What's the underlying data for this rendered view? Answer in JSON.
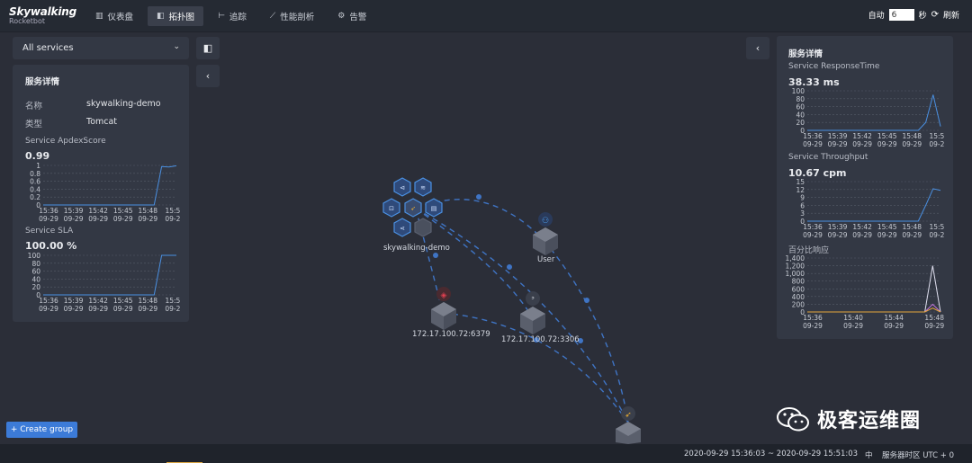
{
  "app": {
    "name": "Skywalking",
    "sub": "Rocketbot"
  },
  "nav": [
    {
      "label": "仪表盘",
      "icon": "bar-chart-icon"
    },
    {
      "label": "拓扑图",
      "icon": "topology-icon",
      "active": true
    },
    {
      "label": "追踪",
      "icon": "trace-icon"
    },
    {
      "label": "性能剖析",
      "icon": "profile-icon"
    },
    {
      "label": "告警",
      "icon": "alarm-icon"
    }
  ],
  "topright": {
    "auto_label": "自动",
    "interval_value": "6",
    "seconds_label": "秒",
    "refresh_label": "刷新"
  },
  "left": {
    "service_select": "All services",
    "panel_title": "服务详情",
    "name_key": "名称",
    "name_value": "skywalking-demo",
    "type_key": "类型",
    "type_value": "Tomcat",
    "apdex_label": "Service ApdexScore",
    "apdex_value": "0.99",
    "sla_label": "Service SLA",
    "sla_value": "100.00 %"
  },
  "right": {
    "panel_title": "服务详情",
    "rt_label": "Service ResponseTime",
    "rt_value": "38.33 ms",
    "tp_label": "Service Throughput",
    "tp_value": "10.67 cpm",
    "pct_label": "百分比响应"
  },
  "nodes": {
    "demo": "skywalking-demo",
    "user": "User",
    "redis": "172.17.100.72:6379",
    "mysql": "172.17.100.72:3306"
  },
  "create_group": "+ Create group",
  "footer": {
    "range": "2020-09-29 15:36:03 ~ 2020-09-29 15:51:03",
    "lang": "中",
    "tz": "服务器时区 UTC + 0"
  },
  "watermark": "极客运维圈",
  "colors": {
    "accent": "#3c7bd8",
    "line": "#4a90e2",
    "bg": "#2b2e38",
    "panel": "#333844"
  },
  "chart_data": [
    {
      "type": "line",
      "title": "Service ApdexScore",
      "categories": [
        "15:36\n09-29",
        "15:39\n09-29",
        "15:42\n09-29",
        "15:45\n09-29",
        "15:48\n09-29",
        "15:5\n09-2"
      ],
      "yticks": [
        "1",
        "0.8",
        "0.6",
        "0.4",
        "0.2",
        "0"
      ],
      "ylim": [
        0,
        1
      ],
      "series": [
        {
          "values": [
            0,
            0,
            0,
            0,
            0,
            0,
            0,
            0,
            0,
            0,
            0,
            0,
            0,
            0,
            0,
            0,
            0.97,
            0.96,
            0.99
          ]
        }
      ]
    },
    {
      "type": "line",
      "title": "Service SLA",
      "categories": [
        "15:36\n09-29",
        "15:39\n09-29",
        "15:42\n09-29",
        "15:45\n09-29",
        "15:48\n09-29",
        "15:5\n09-2"
      ],
      "yticks": [
        "100",
        "80",
        "60",
        "40",
        "20",
        "0"
      ],
      "ylim": [
        0,
        100
      ],
      "series": [
        {
          "values": [
            0,
            0,
            0,
            0,
            0,
            0,
            0,
            0,
            0,
            0,
            0,
            0,
            0,
            0,
            0,
            0,
            100,
            100,
            100
          ]
        }
      ]
    },
    {
      "type": "line",
      "title": "Service ResponseTime",
      "categories": [
        "15:36\n09-29",
        "15:39\n09-29",
        "15:42\n09-29",
        "15:45\n09-29",
        "15:48\n09-29",
        "15:5\n09-2"
      ],
      "yticks": [
        "100",
        "80",
        "60",
        "40",
        "20",
        "0"
      ],
      "ylim": [
        0,
        100
      ],
      "series": [
        {
          "values": [
            0,
            0,
            0,
            0,
            0,
            0,
            0,
            0,
            0,
            0,
            0,
            0,
            0,
            0,
            0,
            0,
            20,
            90,
            10
          ]
        }
      ]
    },
    {
      "type": "line",
      "title": "Service Throughput",
      "categories": [
        "15:36\n09-29",
        "15:39\n09-29",
        "15:42\n09-29",
        "15:45\n09-29",
        "15:48\n09-29",
        "15:5\n09-2"
      ],
      "yticks": [
        "15",
        "12",
        "9",
        "6",
        "3",
        "0"
      ],
      "ylim": [
        0,
        15
      ],
      "series": [
        {
          "values": [
            0,
            0,
            0,
            0,
            0,
            0,
            0,
            0,
            0,
            0,
            0,
            0,
            0,
            0,
            0,
            0,
            6,
            12.3,
            11.7
          ]
        }
      ]
    },
    {
      "type": "area",
      "title": "百分比响应",
      "categories": [
        "15:36\n09-29",
        "15:40\n09-29",
        "15:44\n09-29",
        "15:48\n09-29"
      ],
      "yticks": [
        "1,400",
        "1,200",
        "1,000",
        "800",
        "600",
        "400",
        "200",
        "0"
      ],
      "ylim": [
        0,
        1400
      ],
      "series": [
        {
          "color": "#e0e0f0",
          "values": [
            0,
            0,
            0,
            0,
            0,
            0,
            0,
            0,
            0,
            0,
            0,
            0,
            0,
            0,
            0,
            0,
            1200,
            0
          ]
        },
        {
          "color": "#c678dd",
          "values": [
            0,
            0,
            0,
            0,
            0,
            0,
            0,
            0,
            0,
            0,
            0,
            0,
            0,
            0,
            0,
            0,
            200,
            0
          ]
        },
        {
          "color": "#e5a63c",
          "values": [
            0,
            0,
            0,
            0,
            0,
            0,
            0,
            0,
            0,
            0,
            0,
            0,
            0,
            0,
            0,
            0,
            100,
            0
          ]
        }
      ]
    }
  ]
}
